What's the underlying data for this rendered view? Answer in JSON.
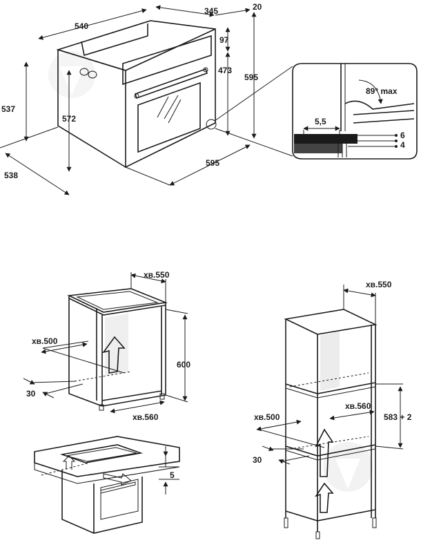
{
  "oven_dims": {
    "w540": "540",
    "d345": "345",
    "g20": "20",
    "t97": "97",
    "h473": "473",
    "h595v": "595",
    "h537": "537",
    "h572": "572",
    "d538": "538",
    "w595": "595"
  },
  "detail": {
    "angle": "89° max",
    "gap": "5,5",
    "d6": "6",
    "d4": "4"
  },
  "niche_under": {
    "w550": "хв.550",
    "d500": "хв.500",
    "h600": "600",
    "f30": "30",
    "w560": "хв.560"
  },
  "countertop": {
    "d5": "5"
  },
  "niche_tall": {
    "w550": "хв.550",
    "w560": "хв.560",
    "h583": "583 + 2",
    "d500": "хв.500",
    "f30": "30"
  },
  "colors": {
    "line": "#1a1a1a",
    "watermark": "#d9d9d9"
  }
}
